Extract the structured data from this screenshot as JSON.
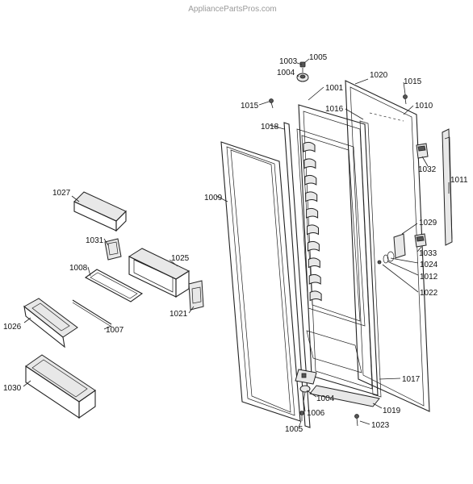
{
  "watermark": "AppliancePartsPros.com",
  "parts": {
    "p1001": "1001",
    "p1003": "1003",
    "p1004a": "1004",
    "p1004b": "1004",
    "p1005a": "1005",
    "p1005b": "1005",
    "p1006": "1006",
    "p1007": "1007",
    "p1008": "1008",
    "p1009": "1009",
    "p1010": "1010",
    "p1011": "1011",
    "p1012": "1012",
    "p1015a": "1015",
    "p1015b": "1015",
    "p1016": "1016",
    "p1017": "1017",
    "p1018": "1018",
    "p1019": "1019",
    "p1020": "1020",
    "p1021": "1021",
    "p1022": "1022",
    "p1023": "1023",
    "p1024": "1024",
    "p1025": "1025",
    "p1026": "1026",
    "p1027": "1027",
    "p1029": "1029",
    "p1030": "1030",
    "p1031": "1031",
    "p1032": "1032",
    "p1033": "1033"
  }
}
